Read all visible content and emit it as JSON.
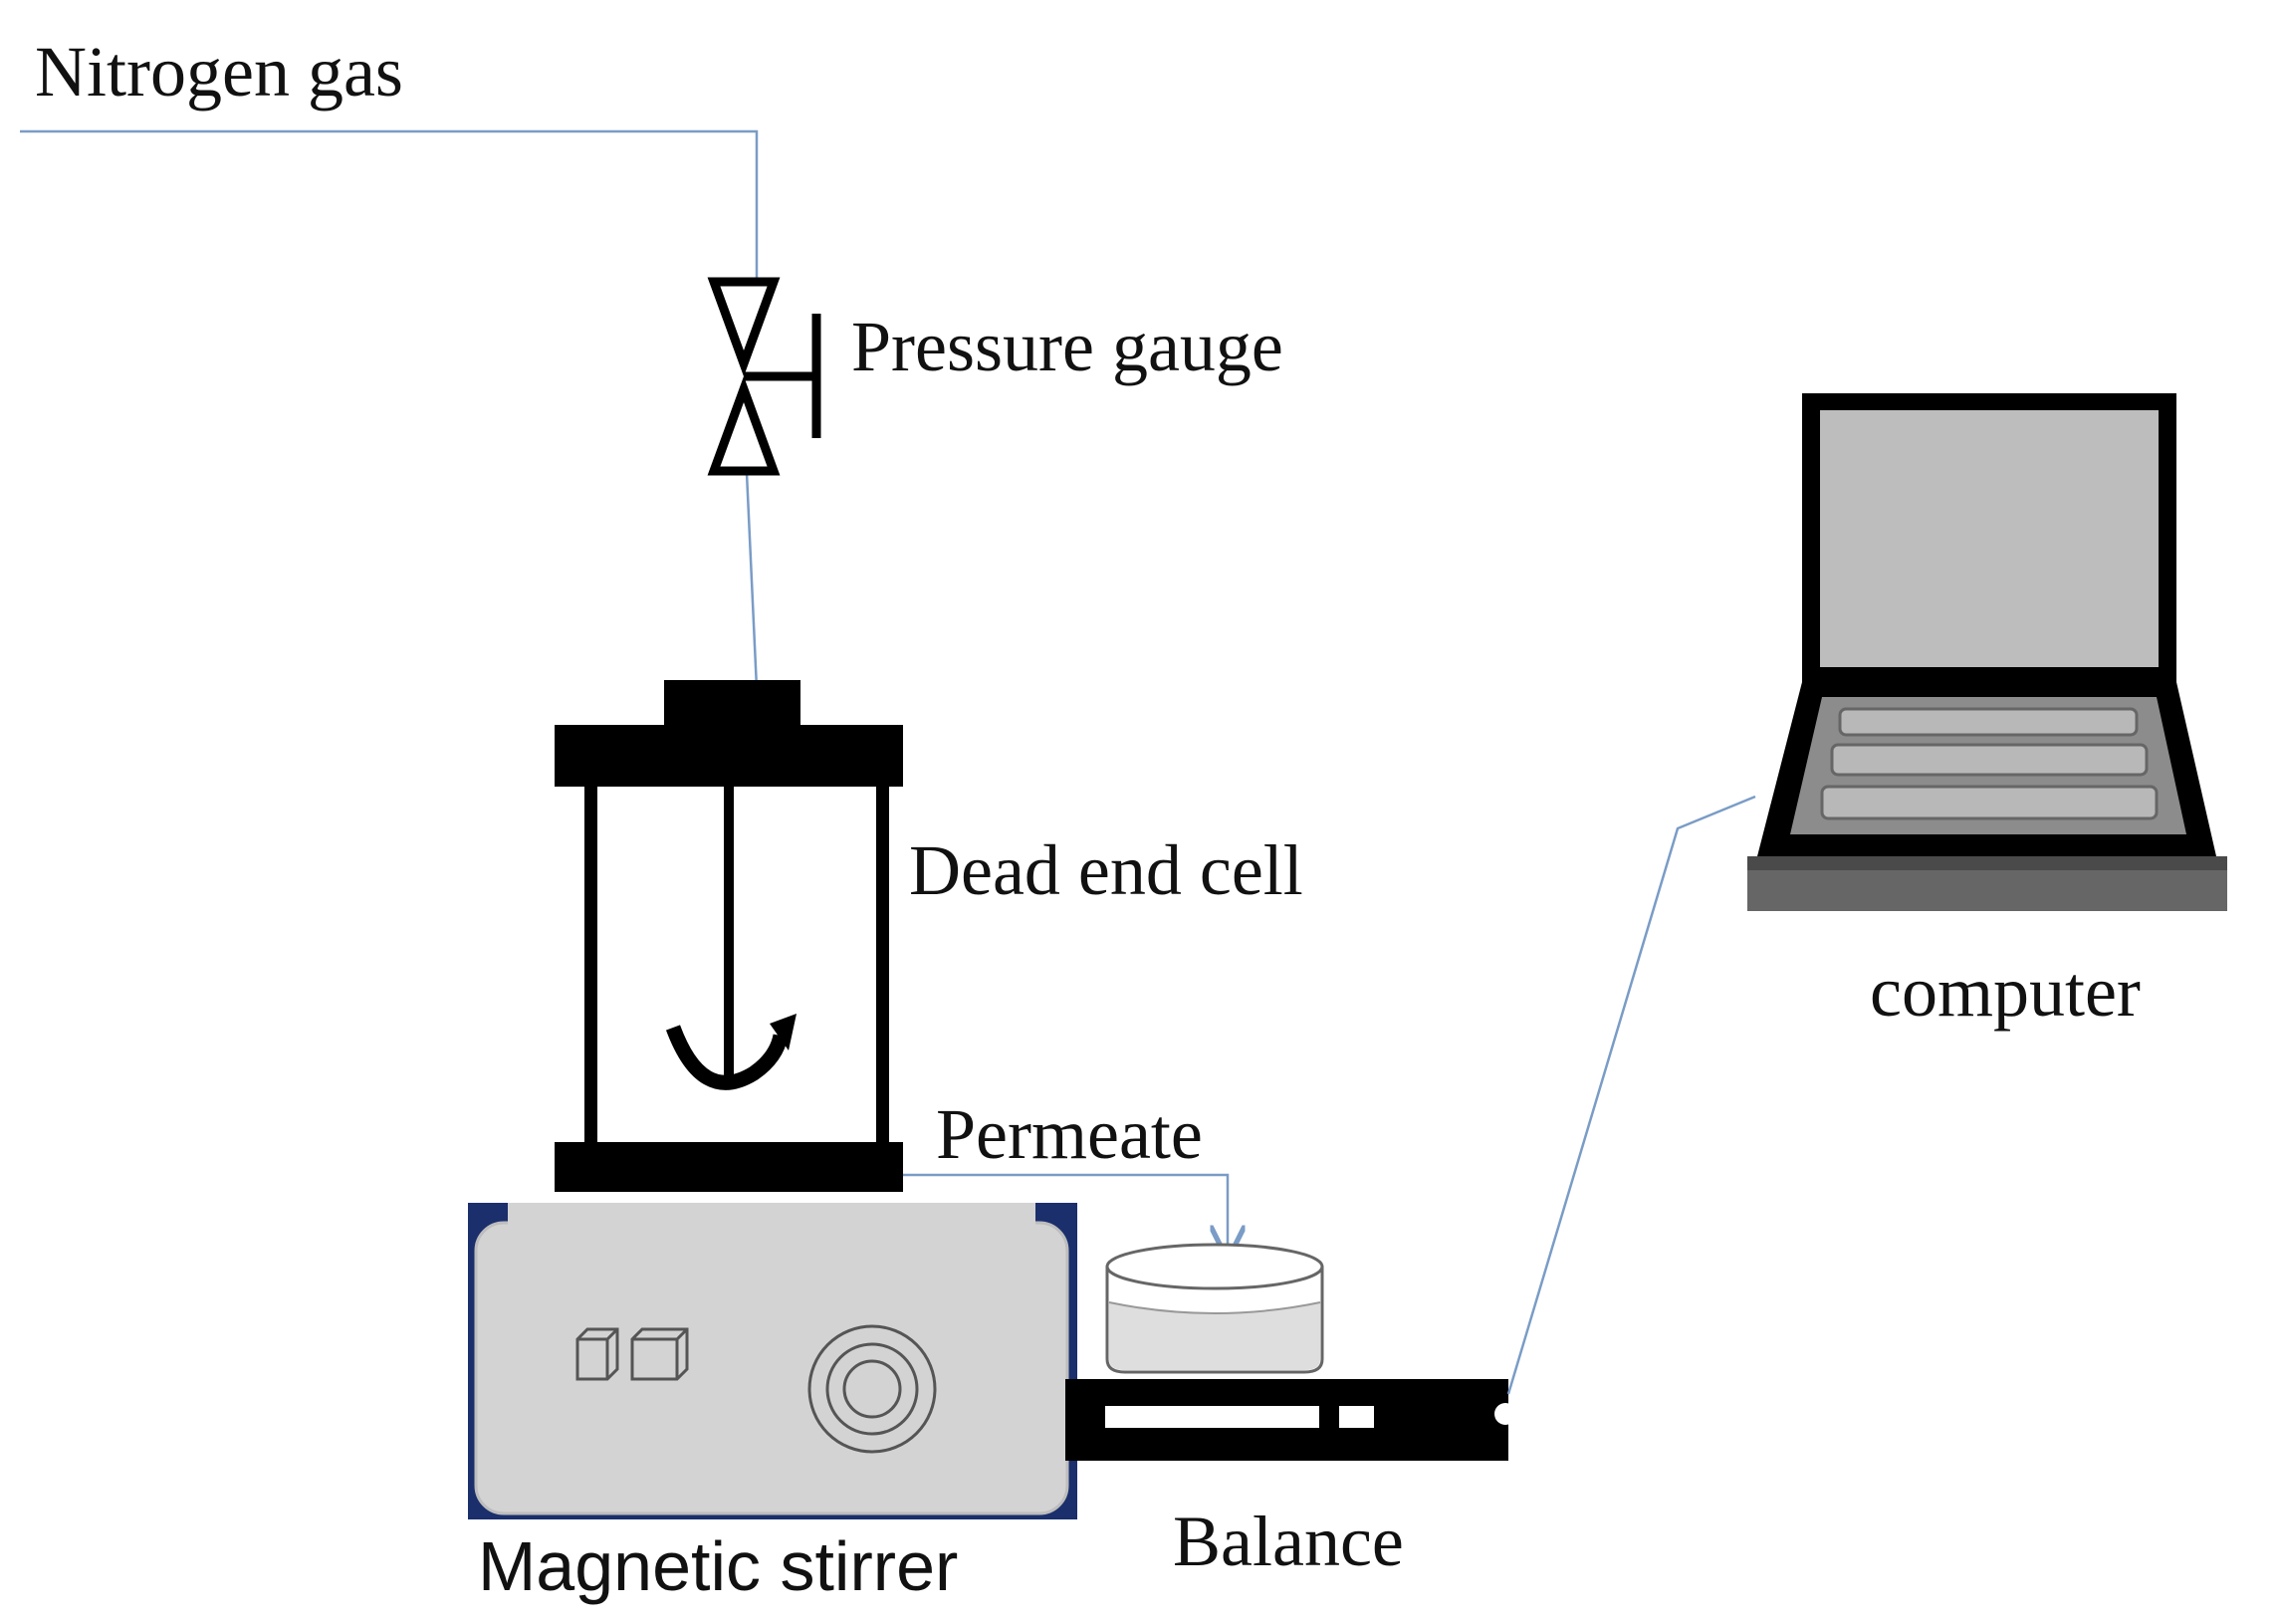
{
  "labels": {
    "nitrogen_gas": "Nitrogen gas",
    "pressure_gauge": "Pressure gauge",
    "dead_end_cell": "Dead end cell",
    "permeate": "Permeate",
    "computer": "computer",
    "magnetic_stirrer": "Magnetic stirrer",
    "balance": "Balance"
  },
  "colors": {
    "pipe": "#7a9cc6",
    "equipment_black": "#000000",
    "stirrer_body": "#d3d3d3",
    "stirrer_corner": "#1a2f6b",
    "laptop_screen": "#bdbdbd",
    "laptop_body": "#8c8c8c",
    "beaker_liquid": "#dedede"
  }
}
